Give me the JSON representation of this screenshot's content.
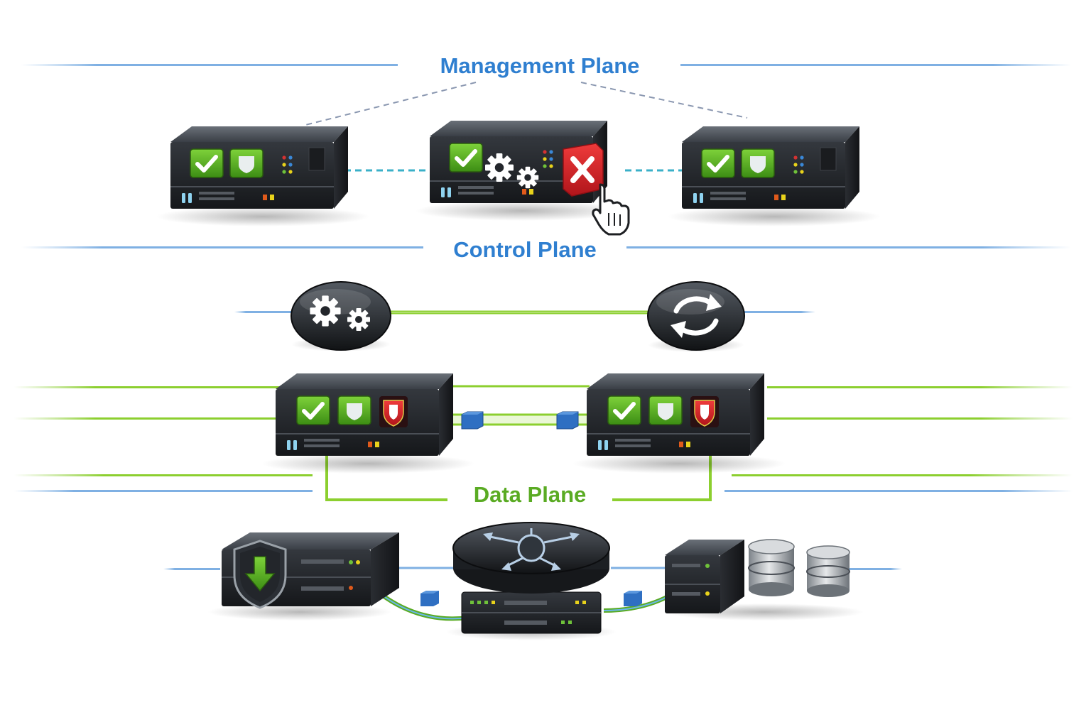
{
  "colors": {
    "management": "#2f7fd0",
    "control": "#2f7fd0",
    "data": "#5aab23",
    "link_green": "#8ccf2f",
    "link_blue": "#6aa6e0",
    "check_green": "#4fa51d",
    "alert_red": "#d3242a",
    "device_dark": "#24272c"
  },
  "planes": {
    "management": {
      "label": "Management Plane"
    },
    "control": {
      "label": "Control Plane"
    },
    "data": {
      "label": "Data Plane"
    }
  },
  "management_devices": [
    {
      "name": "managed-device-left",
      "status": "check",
      "badge": "shield"
    },
    {
      "name": "managed-device-center",
      "status": "check",
      "badge": "gears",
      "alert": "x-error",
      "cursor": "hand-pointer"
    },
    {
      "name": "managed-device-right",
      "status": "check",
      "badge": "shield"
    }
  ],
  "control_nodes": [
    {
      "name": "control-node-settings",
      "icon": "gears-icon"
    },
    {
      "name": "control-node-sync",
      "icon": "sync-icon"
    }
  ],
  "forwarding_devices": [
    {
      "name": "forwarding-device-left",
      "status": "check",
      "badge": "shield",
      "alert": "red-shield"
    },
    {
      "name": "forwarding-device-right",
      "status": "check",
      "badge": "shield",
      "alert": "red-shield"
    }
  ],
  "infrastructure": [
    {
      "name": "security-server",
      "icon": "shield-download-icon"
    },
    {
      "name": "core-router-switch",
      "icon": "router-icon"
    },
    {
      "name": "storage-server",
      "icon": "database-icon"
    }
  ]
}
